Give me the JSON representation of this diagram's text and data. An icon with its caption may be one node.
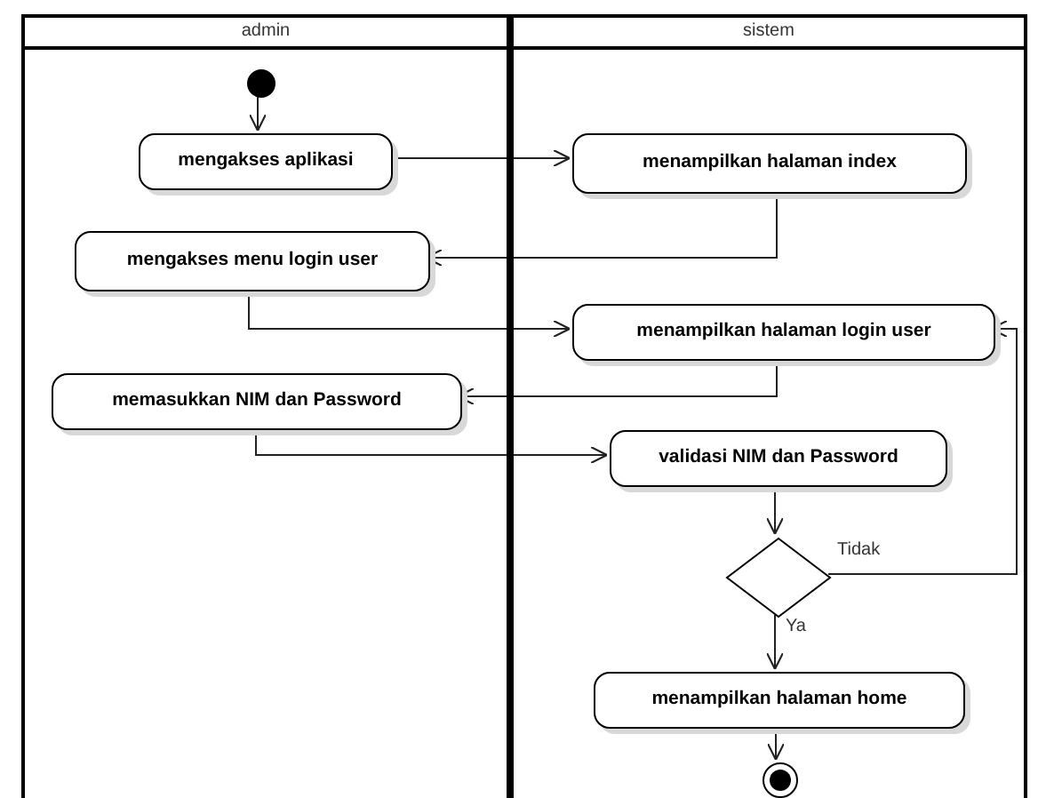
{
  "diagram": {
    "nodes": [
      {
        "text": [
          "admin"
        ]
      },
      {
        "text": [
          "sistem"
        ]
      },
      {
        "text": [],
        "shape": "circle",
        "in": 0
      },
      {
        "text": [
          "mengakses aplikasi"
        ],
        "in": 0
      },
      {
        "text": [
          "menampilkan halaman index"
        ],
        "in": 1
      },
      {
        "text": [
          "mengakses menu login user"
        ],
        "in": 0
      },
      {
        "text": [
          "menampilkan halaman login user"
        ],
        "in": 1
      },
      {
        "text": [
          "memasukkan NIM dan Password"
        ],
        "in": 0
      },
      {
        "text": [
          "validasi NIM dan Password"
        ],
        "in": 1
      },
      {
        "text": [],
        "shape": "diamond",
        "in": 1
      },
      {
        "text": [
          "menampilkan halaman home"
        ],
        "in": 1
      },
      {
        "text": [],
        "shape": "bullseye",
        "in": 1
      }
    ],
    "edges": [
      {
        "from": 2,
        "to": 3,
        "arrow": "to"
      },
      {
        "from": 3,
        "to": 4,
        "arrow": "to"
      },
      {
        "from": 4,
        "to": 5,
        "arrow": "to"
      },
      {
        "from": 5,
        "to": 6,
        "arrow": "to"
      },
      {
        "from": 6,
        "to": 7,
        "arrow": "to"
      },
      {
        "from": 7,
        "to": 8,
        "arrow": "to"
      },
      {
        "from": 8,
        "to": 9,
        "arrow": "to"
      },
      {
        "from": 9,
        "to": 6,
        "arrow": "to",
        "label": "Tidak"
      },
      {
        "from": 9,
        "to": 10,
        "arrow": "to",
        "label": "Ya"
      },
      {
        "from": 10,
        "to": 11,
        "arrow": "to"
      }
    ]
  }
}
